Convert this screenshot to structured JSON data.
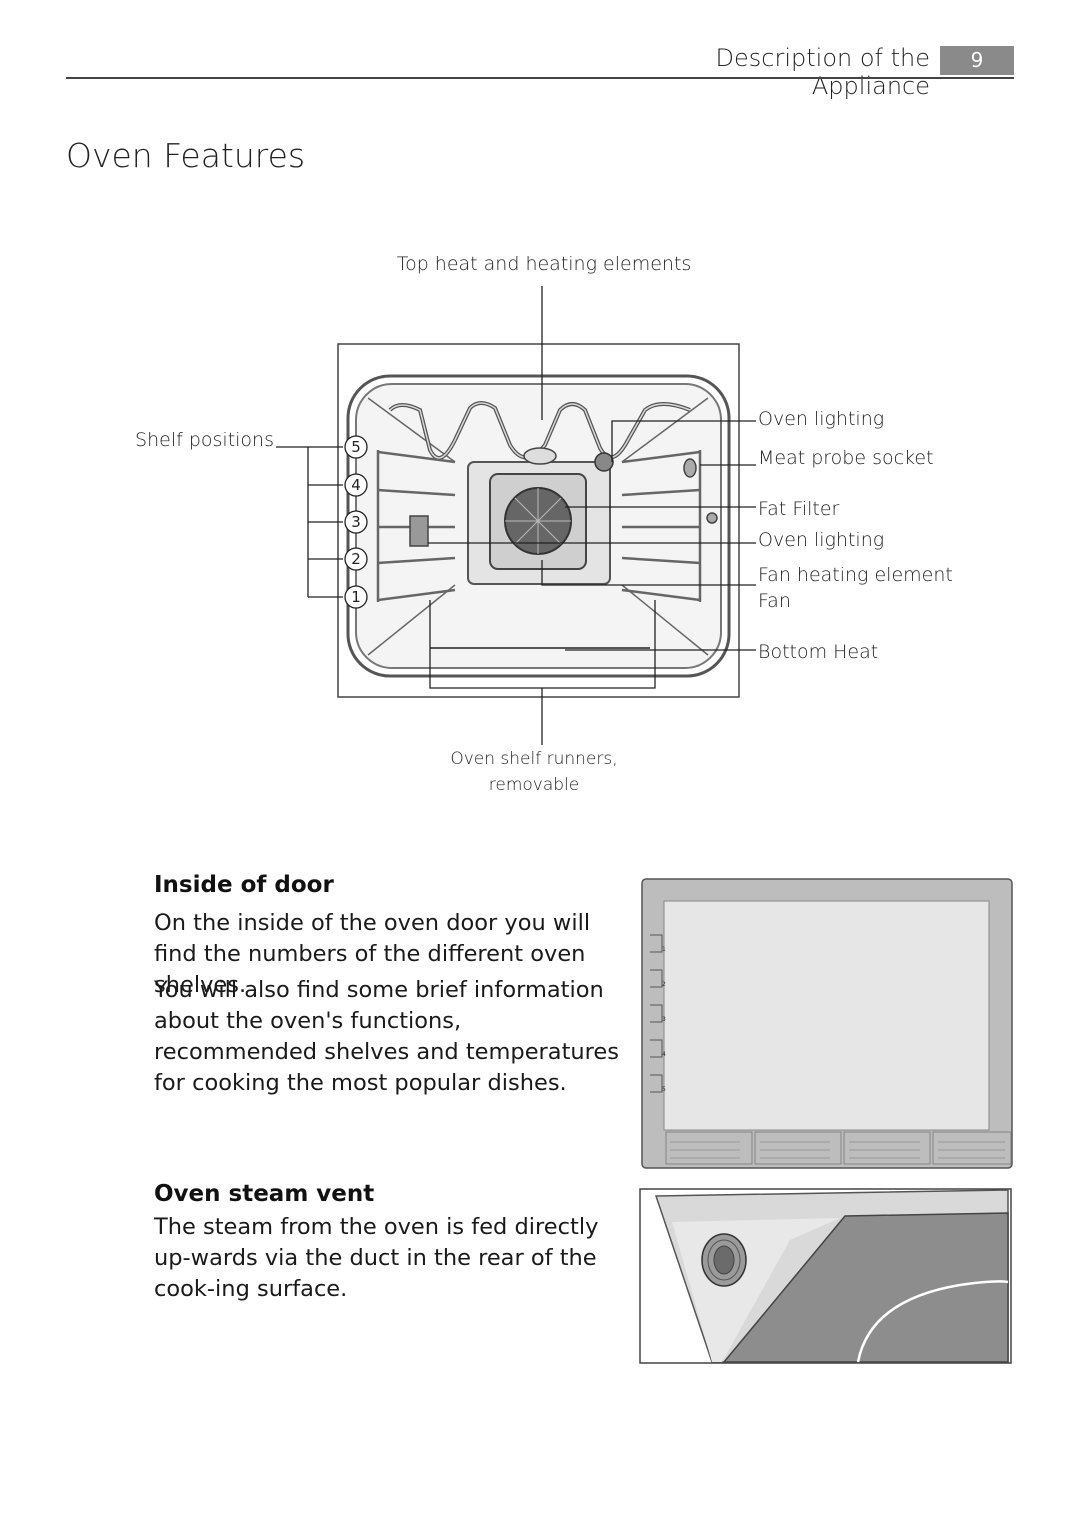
{
  "header": {
    "section_title": "Description of the Appliance",
    "page_number": "9"
  },
  "main_title": "Oven Features",
  "diagram": {
    "labels": {
      "top_heat": "Top heat and heating elements",
      "shelf_positions": "Shelf positions",
      "oven_lighting_top": "Oven lighting",
      "meat_probe_socket": "Meat probe socket",
      "fat_filter": "Fat Filter",
      "oven_lighting_mid": "Oven lighting",
      "fan_heating_element": "Fan heating element",
      "fan": "Fan",
      "bottom_heat": "Bottom Heat",
      "shelf_runners_line1": "Oven shelf runners,",
      "shelf_runners_line2": "removable"
    },
    "shelf_numbers": [
      "5",
      "4",
      "3",
      "2",
      "1"
    ]
  },
  "inside_door": {
    "heading": "Inside of door",
    "para1": "On the inside of the oven door you will find the numbers of the different oven shelves.",
    "para2": "You will also find some brief information about the oven's functions, recommended shelves and temperatures for cooking the most popular dishes.",
    "door_shelf_numbers": [
      "1",
      "2",
      "3",
      "4",
      "5"
    ]
  },
  "steam_vent": {
    "heading": "Oven steam vent",
    "para": "The steam from the oven is fed directly up-wards via the duct in the rear of the cook-ing surface."
  },
  "colors": {
    "page_number_bg": "#8a8a8a",
    "door_panel": "#bdbdbd",
    "door_window": "#e6e6e6",
    "hob_surface": "#8d8d8d",
    "vent_panel": "#d9d9d9"
  }
}
